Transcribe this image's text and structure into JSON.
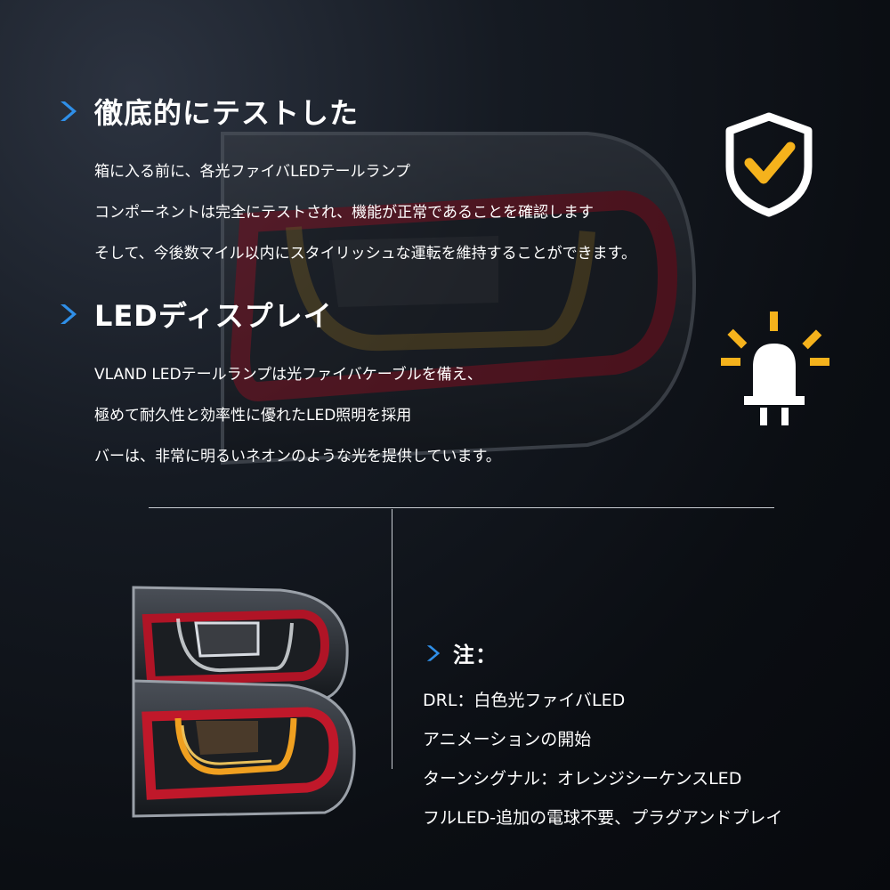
{
  "section1": {
    "heading": "徹底的にテストした",
    "lines": [
      "箱に入る前に、各光ファイバLEDテールランプ",
      "コンポーネントは完全にテストされ、機能が正常であることを確認します",
      "そして、今後数マイル以内にスタイリッシュな運転を維持することができます。"
    ]
  },
  "section2": {
    "heading": "LEDディスプレイ",
    "lines": [
      "VLAND LEDテールランプは光ファイバケーブルを備え、",
      "極めて耐久性と効率性に優れたLED照明を採用",
      "バーは、非常に明るいネオンのような光を提供しています。"
    ]
  },
  "note": {
    "heading": "注：",
    "lines": [
      "DRL：白色光ファイバLED",
      "アニメーションの開始",
      "ターンシグナル：オレンジシーケンスLED",
      "フルLED-追加の電球不要、プラグアンドプレイ"
    ]
  },
  "icons": {
    "section_arrow": "chevron-right-icon",
    "shield": "shield-check-icon",
    "bulb": "led-bulb-icon"
  },
  "colors": {
    "arrow": "#2f8fe8",
    "accent_yellow": "#f5b21c",
    "lamp_red": "#c0182a",
    "text": "#ffffff"
  }
}
